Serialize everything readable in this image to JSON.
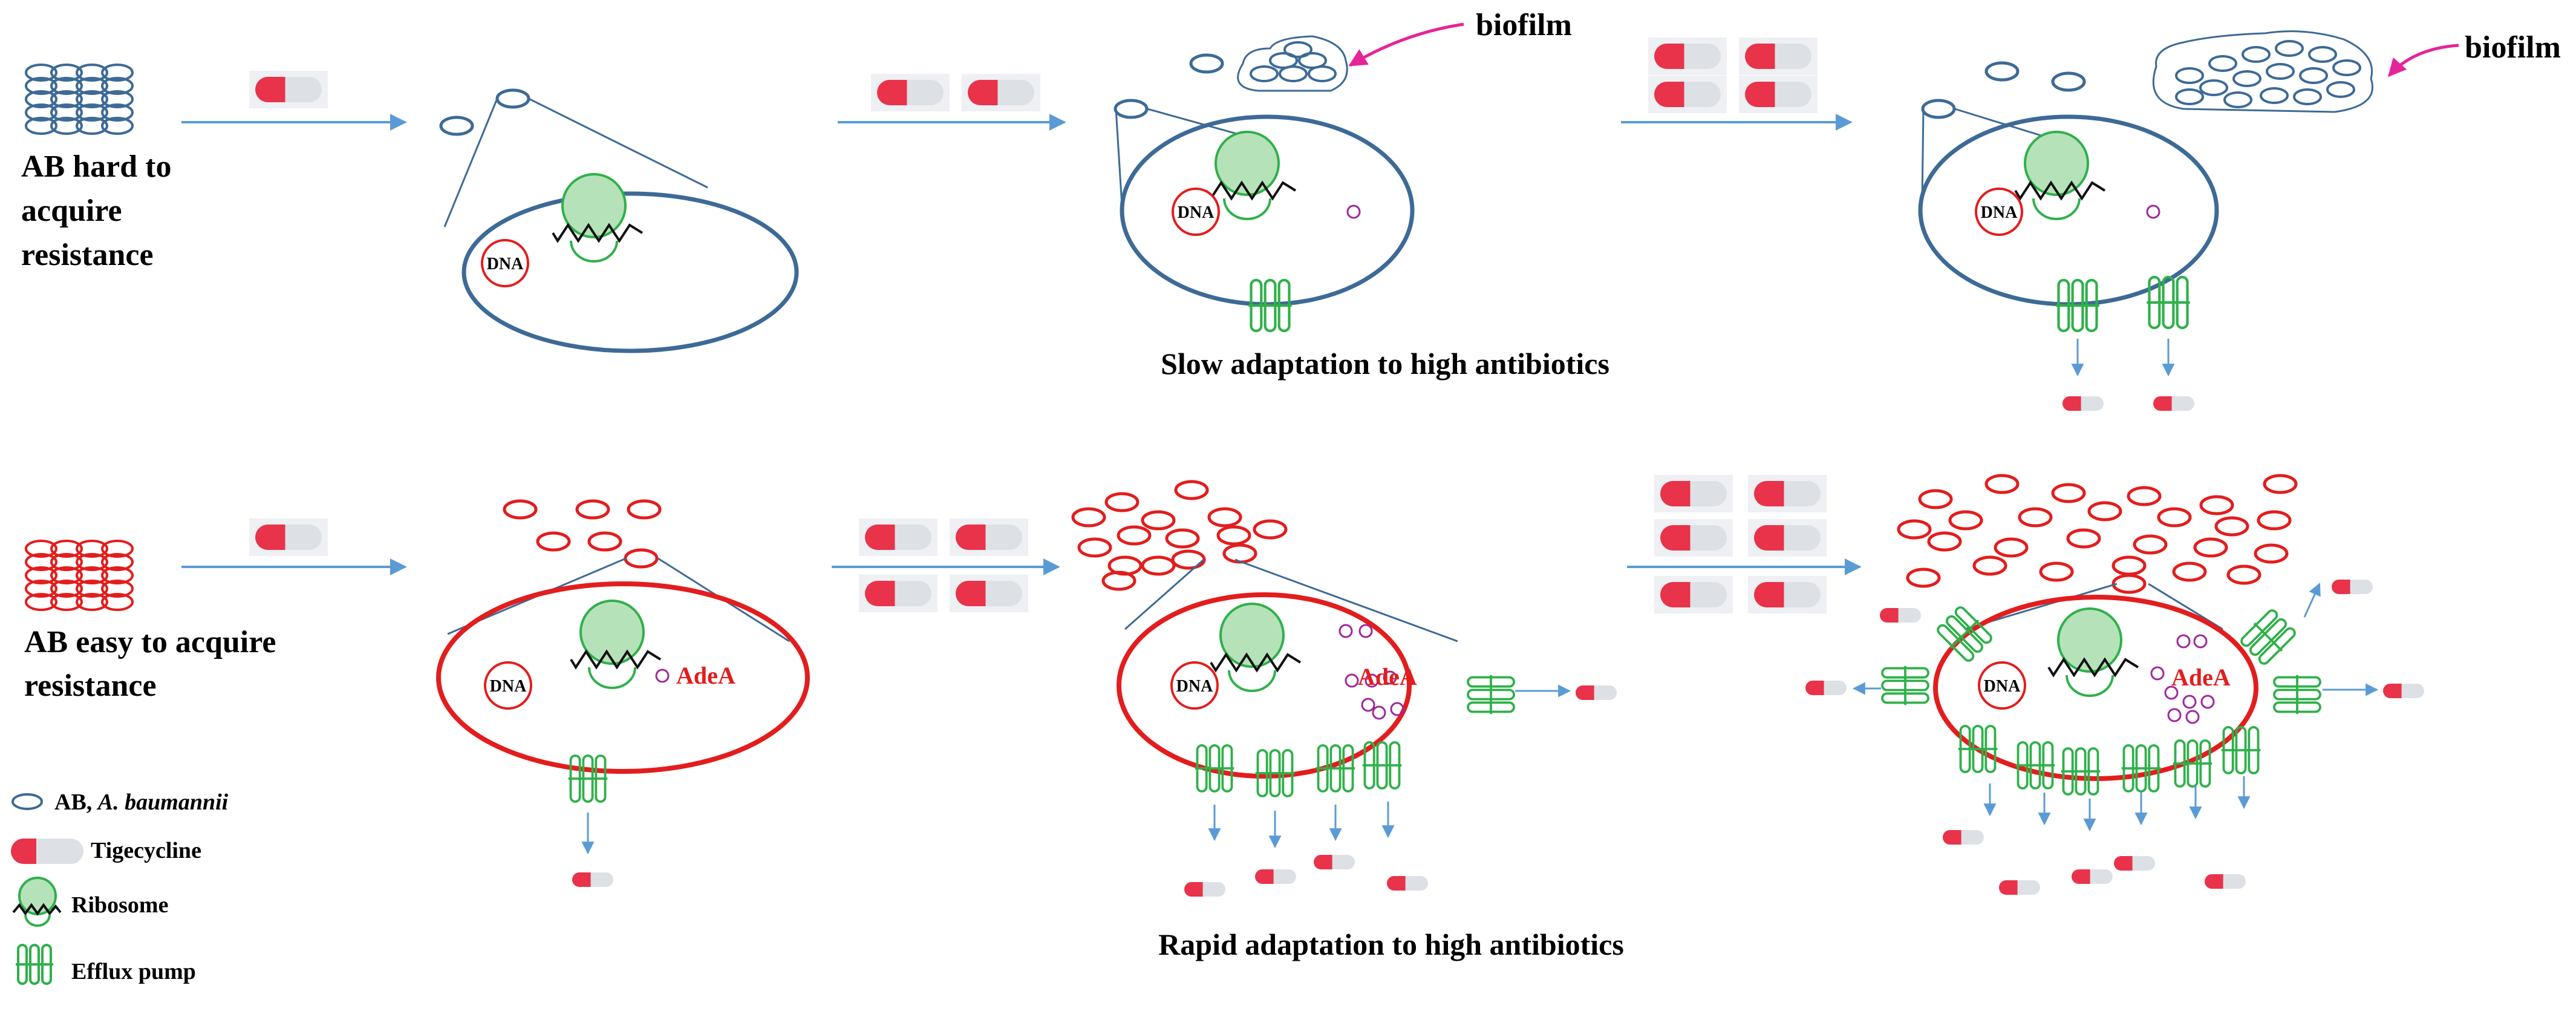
{
  "colors": {
    "blue": "#3d6a96",
    "red": "#e31d1d",
    "green": "#2fb04a",
    "ribosome_fill": "#b6e2b9",
    "ribosome_stroke": "#2fb04a",
    "arrow": "#5b9bd5",
    "magenta": "#a0279b",
    "pointer": "#e5249a",
    "pill_red": "#e8334a",
    "pill_white": "#dde1e6"
  },
  "labels": {
    "ab_hard": [
      "AB hard to",
      "acquire",
      "resistance"
    ],
    "ab_easy": [
      "AB easy to acquire",
      "resistance"
    ],
    "slow_caption": "Slow adaptation to high antibiotics",
    "rapid_caption": "Rapid adaptation to high antibiotics",
    "biofilm": "biofilm",
    "dna": "DNA",
    "adea": "AdeA"
  },
  "legend": {
    "ab_prefix": "AB, ",
    "ab_species": "A. baumannii",
    "tigecycline": "Tigecycline",
    "ribosome": "Ribosome",
    "efflux_pump": "Efflux pump"
  },
  "icons": [
    "bacterium-icon",
    "tigecycline-pill-icon",
    "ribosome-icon",
    "efflux-pump-icon",
    "dna-icon",
    "arrow-icon"
  ]
}
